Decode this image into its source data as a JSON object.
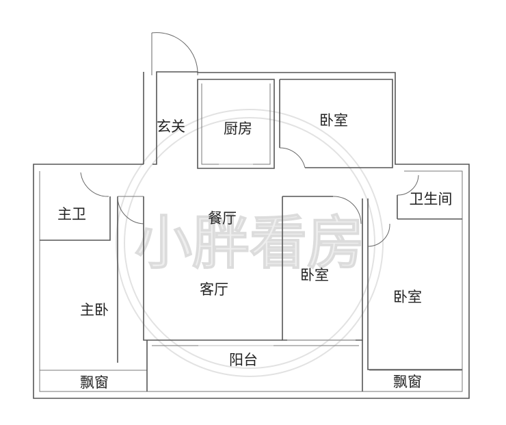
{
  "watermark": {
    "text": "小胖看房"
  },
  "rooms": {
    "xuanguan": "玄关",
    "kitchen": "厨房",
    "bedroom_north": "卧室",
    "master_bath": "主卫",
    "bathroom": "卫生间",
    "dining": "餐厅",
    "living": "客厅",
    "bedroom_middle": "卧室",
    "bedroom_east": "卧室",
    "master_bedroom": "主卧",
    "balcony": "阳台",
    "bay_window_west": "飘窗",
    "bay_window_east": "飘窗"
  }
}
